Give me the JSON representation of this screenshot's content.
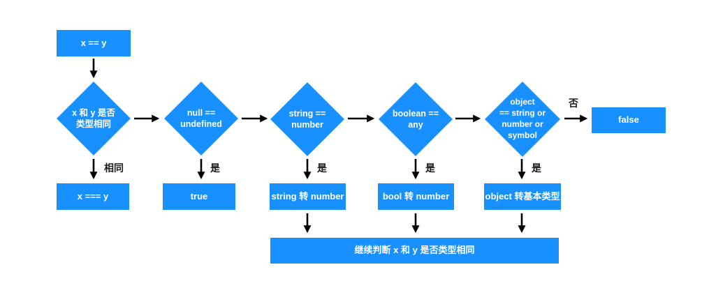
{
  "colors": {
    "node_fill": "#1890ff",
    "node_text": "#ffffff",
    "arrow": "#000000",
    "label": "#1a1a1a",
    "background": "#ffffff"
  },
  "nodes": {
    "start": "x == y",
    "decision_type_same": "x 和 y 是否\n类型相同",
    "decision_null_undefined": "null ==\nundefined",
    "decision_string_number": "string ==\nnumber",
    "decision_boolean_any": "boolean ==\nany",
    "decision_object_primitive": "object\n== string or\nnumber or\nsymbol",
    "result_false": "false",
    "result_strict_equal": "x === y",
    "result_true": "true",
    "convert_string_to_number": "string 转 number",
    "convert_bool_to_number": "bool 转 number",
    "convert_object_to_primitive": "object 转基本类型",
    "continue_check": "继续判断 x 和 y 是否类型相同"
  },
  "edge_labels": {
    "same": "相同",
    "yes_null": "是",
    "yes_string": "是",
    "yes_boolean": "是",
    "yes_object": "是",
    "no": "否"
  }
}
